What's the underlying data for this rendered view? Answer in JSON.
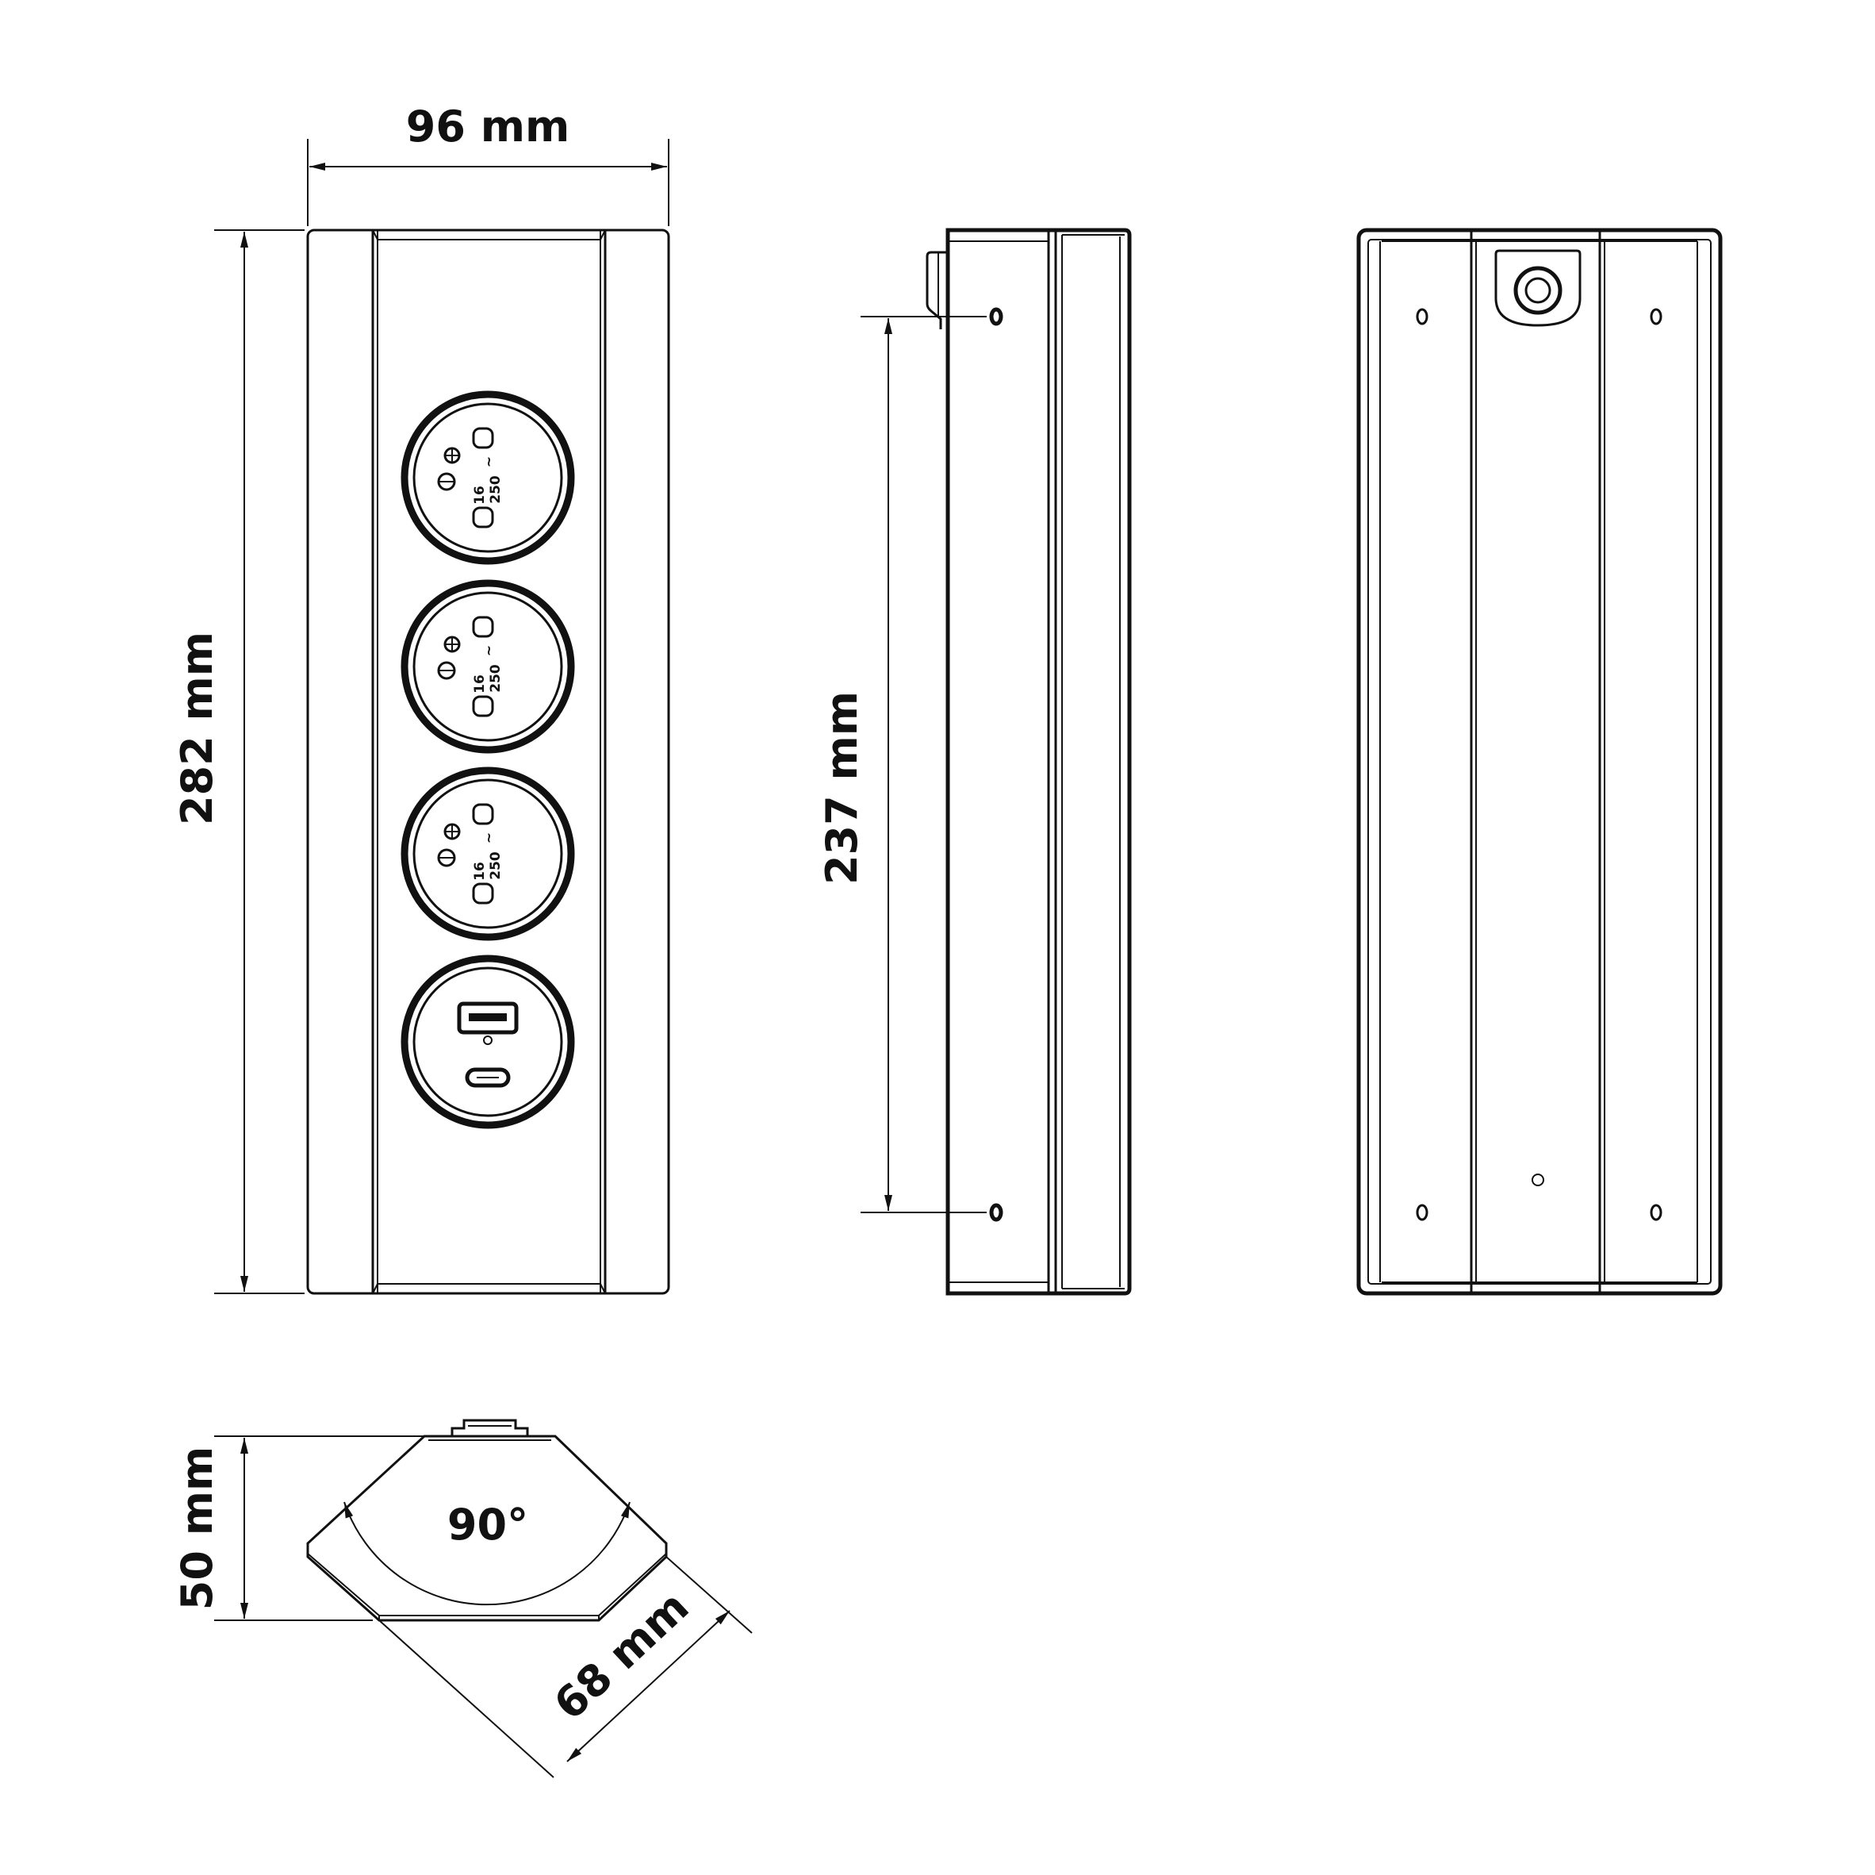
{
  "dimensions": {
    "width": "96 mm",
    "height": "282 mm",
    "mount_spacing": "237 mm",
    "depth": "50 mm",
    "angle": "90°",
    "side": "68 mm"
  },
  "socket_rating": {
    "current": "16",
    "voltage": "250",
    "ac_symbol": "~"
  }
}
